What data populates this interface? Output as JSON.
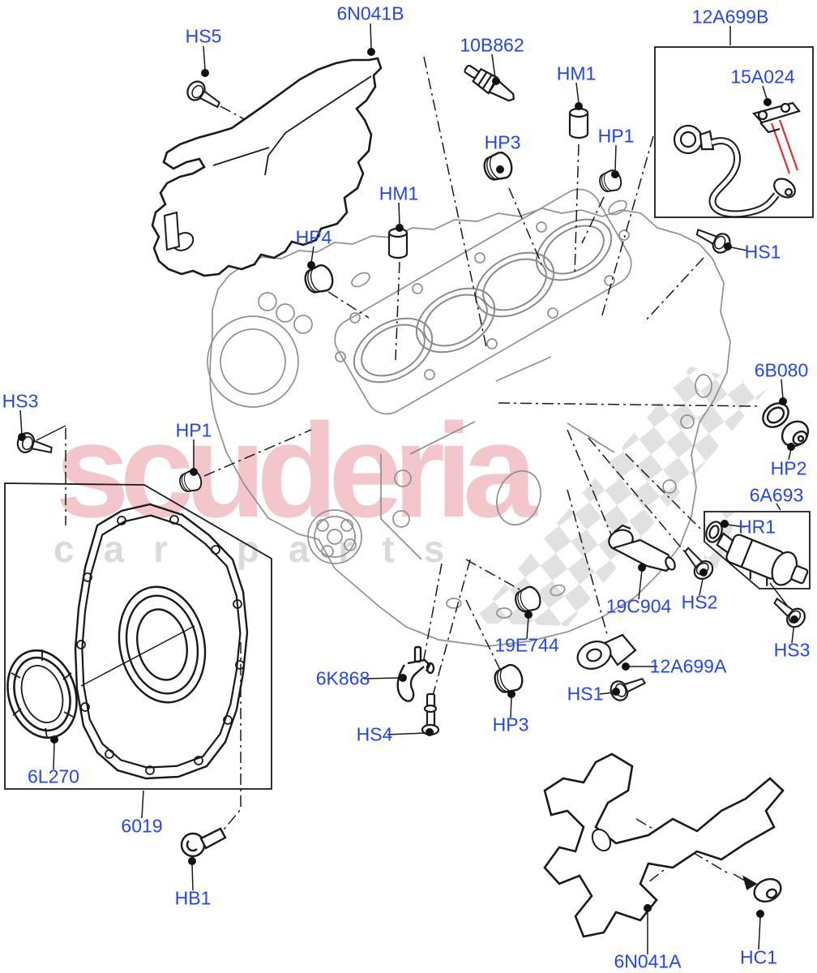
{
  "diagram": {
    "type": "exploded-parts-diagram",
    "subject": "engine cylinder block and related parts",
    "label_color": "#2646ec",
    "watermark": {
      "brand": "scuderia",
      "tagline": "car parts",
      "brand_color": "#f3c6cc",
      "tagline_color": "#dadada"
    },
    "callout_color": "#e23030",
    "labels": {
      "hs5": "HS5",
      "n6041b": "6N041B",
      "b10862": "10B862",
      "hm1_top": "HM1",
      "a12699b": "12A699B",
      "a15024": "15A024",
      "hp3_top": "HP3",
      "hp1_top": "HP1",
      "hm1_mid": "HM1",
      "hp4": "HP4",
      "hs1_top": "HS1",
      "b6080": "6B080",
      "hp2": "HP2",
      "hs3_left": "HS3",
      "hp1_left": "HP1",
      "a6693": "6A693",
      "hr1": "HR1",
      "c19c904": "19C904",
      "hs2": "HS2",
      "hs3_right": "HS3",
      "e19744": "19E744",
      "a12699a": "12A699A",
      "k6868": "6K868",
      "hs1_bottom": "HS1",
      "hs4": "HS4",
      "hp3_bottom": "HP3",
      "l6270": "6L270",
      "c6019": "6019",
      "hb1": "HB1",
      "n6041a": "6N041A",
      "hc1": "HC1"
    }
  }
}
